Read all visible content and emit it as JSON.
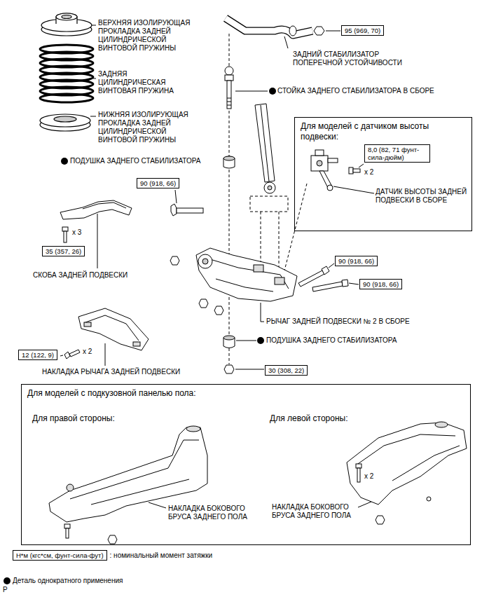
{
  "diagram": {
    "nodes": [
      {
        "text": [
          "95 (969, 70)"
        ]
      },
      {
        "text": [
          "Для моделей с датчиком высоты подвески:"
        ]
      },
      {
        "text": [
          "8,0 (82, 71 фунт-сила-дюйм)"
        ],
        "in": 1
      },
      {
        "text": [
          "90 (918, 66)"
        ]
      },
      {
        "text": [
          "35 (357, 26)"
        ]
      },
      {
        "text": [
          "90 (918, 66)"
        ]
      },
      {
        "text": [
          "90 (918, 66)"
        ]
      },
      {
        "text": [
          "12 (122, 9)"
        ]
      },
      {
        "text": [
          "30 (308, 22)"
        ]
      },
      {
        "text": [
          "Для моделей с подкузовной панелью пола:"
        ]
      },
      {
        "text": [
          "Н*м (кгс*см, фунт-сила-фут)",
          ": номинальный момент затяжки"
        ]
      }
    ],
    "labels": [
      "ВЕРХНЯЯ ИЗОЛИРУЮЩАЯ ПРОКЛАДКА ЗАДНЕЙ ЦИЛИНДРИЧЕСКОЙ ВИНТОВОЙ ПРУЖИНЫ",
      "ЗАДНЯЯ ЦИЛИНДРИЧЕСКАЯ ВИНТОВАЯ ПРУЖИНА",
      "НИЖНЯЯ ИЗОЛИРУЮЩАЯ ПРОКЛАДКА ЗАДНЕЙ ЦИЛИНДРИЧЕСКОЙ ВИНТОВОЙ ПРУЖИНЫ",
      "ЗАДНИЙ СТАБИЛИЗАТОР ПОПЕРЕЧНОЙ УСТОЙЧИВОСТИ",
      "СТОЙКА ЗАДНЕГО СТАБИЛИЗАТОРА В СБОРЕ",
      "ПОДУШКА ЗАДНЕГО СТАБИЛИЗАТОРА",
      "x 2",
      "ДАТЧИК ВЫСОТЫ ЗАДНЕЙ ПОДВЕСКИ В СБОРЕ",
      "x 3",
      "СКОБА ЗАДНЕЙ ПОДВЕСКИ",
      "РЫЧАГ ЗАДНЕЙ ПОДВЕСКИ № 2 В СБОРЕ",
      "x 2",
      "ПОДУШКА ЗАДНЕГО СТАБИЛИЗАТОРА",
      "НАКЛАДКА РЫЧАГА ЗАДНЕЙ ПОДВЕСКИ",
      "Для правой стороны:",
      "Для левой стороны:",
      "НАКЛАДКА БОКОВОГО БРУСА ЗАДНЕГО ПОЛА",
      "x 2",
      "НАКЛАДКА БОКОВОГО БРУСА ЗАДНЕГО ПОЛА",
      "P"
    ],
    "legend": [
      {
        "text": "Деталь однократного применения"
      }
    ]
  }
}
